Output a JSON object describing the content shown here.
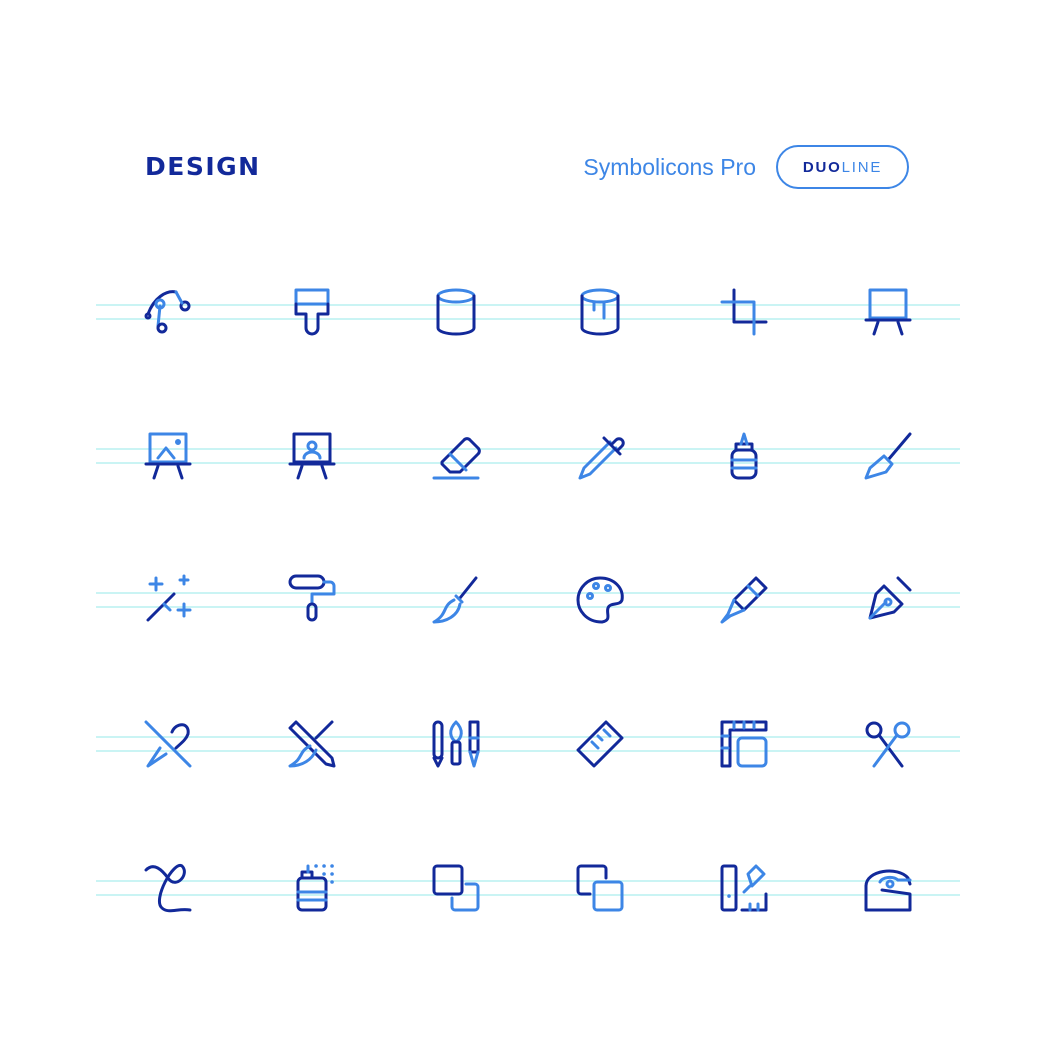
{
  "header": {
    "title": "DESIGN",
    "brand": "Symbolicons Pro",
    "badge_primary": "DUO",
    "badge_secondary": "LINE"
  },
  "colors": {
    "primary": "#12299a",
    "secondary": "#3d86e6",
    "guide": "#b8f1f1"
  },
  "icons": [
    [
      "bezier-curve-icon",
      "paint-brush-icon",
      "paint-can-icon",
      "paint-can-dripping-icon",
      "crop-icon",
      "easel-icon"
    ],
    [
      "easel-landscape-icon",
      "easel-portrait-icon",
      "eraser-icon",
      "eyedropper-icon",
      "glue-bottle-icon",
      "scalpel-icon"
    ],
    [
      "magic-wand-icon",
      "paint-roller-icon",
      "brush-icon",
      "palette-icon",
      "marker-icon",
      "pen-nib-icon"
    ],
    [
      "pen-crossed-icon",
      "pencil-brush-crossed-icon",
      "art-tools-icon",
      "ruler-icon",
      "layout-ruler-icon",
      "scissors-icon"
    ],
    [
      "curve-icon",
      "spray-can-icon",
      "layers-front-icon",
      "layers-back-icon",
      "ruler-pencil-icon",
      "tape-dispenser-icon"
    ]
  ]
}
